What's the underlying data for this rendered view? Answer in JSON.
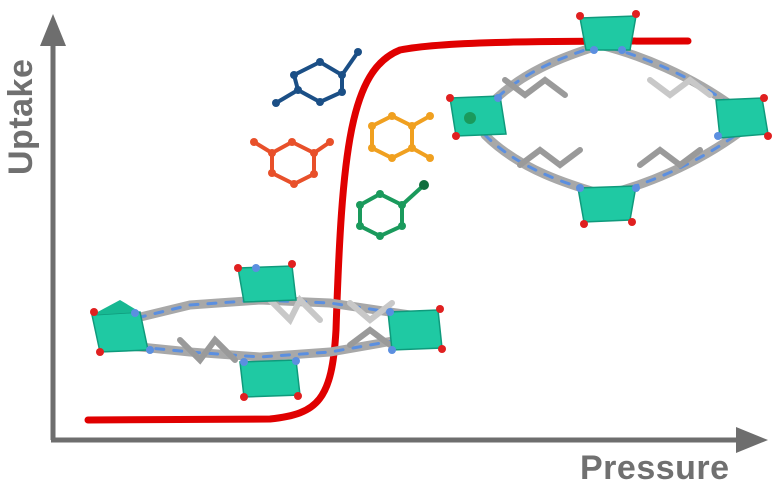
{
  "axes": {
    "x_label": "Pressure",
    "y_label": "Uptake",
    "axis_color": "#6e6e6e"
  },
  "curve": {
    "color": "#e00000",
    "shape": "sigmoid step (gate-opening isotherm)"
  },
  "colors": {
    "polyhedron": "#1fc9a3",
    "polyhedron_dark": "#0f9a7c",
    "linker_gray": "#a8a8a8",
    "linker_blue": "#5b8fe0",
    "oxygen_red": "#e02020",
    "molecule_blue": "#1b4f86",
    "molecule_orange": "#f0a020",
    "molecule_red": "#e8502a",
    "molecule_green": "#1a9a5c"
  },
  "molecules": [
    "para-xylene",
    "meta-xylene",
    "ortho-xylene",
    "toluene"
  ]
}
